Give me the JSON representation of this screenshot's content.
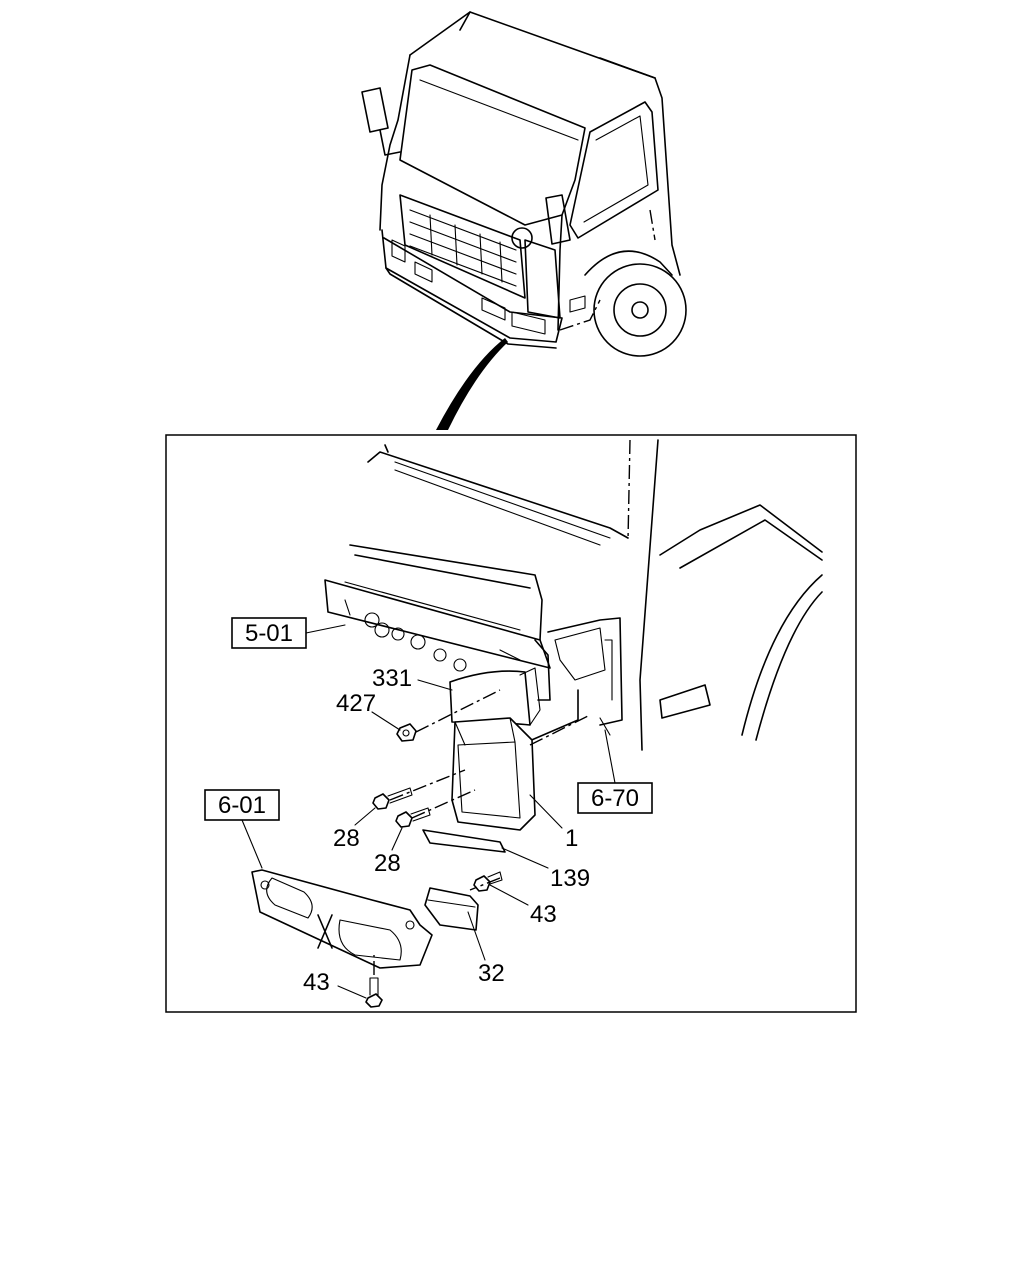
{
  "callouts": {
    "c331": "331",
    "c427": "427",
    "c28a": "28",
    "c28b": "28",
    "c1": "1",
    "c139": "139",
    "c43a": "43",
    "c32": "32",
    "c43b": "43"
  },
  "references": {
    "r501": "5-01",
    "r601": "6-01",
    "r670": "6-70"
  }
}
